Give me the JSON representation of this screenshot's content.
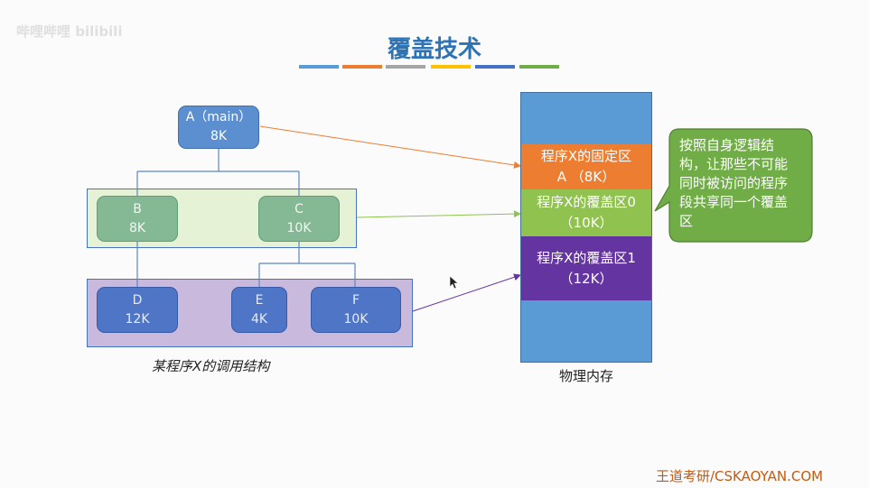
{
  "watermark": "哔哩哔哩 bilibili",
  "title": "覆盖技术",
  "title_bar_colors": [
    "#5b9bd5",
    "#ed7d31",
    "#a5a5a5",
    "#ffc000",
    "#4472c4",
    "#70ad47"
  ],
  "nodes": {
    "a": {
      "name": "A（main）",
      "size": "8K"
    },
    "b": {
      "name": "B",
      "size": "8K"
    },
    "c": {
      "name": "C",
      "size": "10K"
    },
    "d": {
      "name": "D",
      "size": "12K"
    },
    "e": {
      "name": "E",
      "size": "4K"
    },
    "f": {
      "name": "F",
      "size": "10K"
    }
  },
  "structure_caption": "某程序X的调用结构",
  "memory": {
    "fixed_area": {
      "label": "程序X的固定区",
      "size": "A （8K）",
      "color": "#ed7d31"
    },
    "overlay0": {
      "label": "程序X的覆盖区0",
      "size": "（10K）",
      "color": "#8fc24f"
    },
    "overlay1": {
      "label": "程序X的覆盖区1",
      "size": "（12K）",
      "color": "#6434a0"
    },
    "caption": "物理内存"
  },
  "callout": "按照自身逻辑结构，让那些不可能同时被访问的程序段共享同一个覆盖区",
  "footer": "王道考研/CSKAOYAN.COM"
}
